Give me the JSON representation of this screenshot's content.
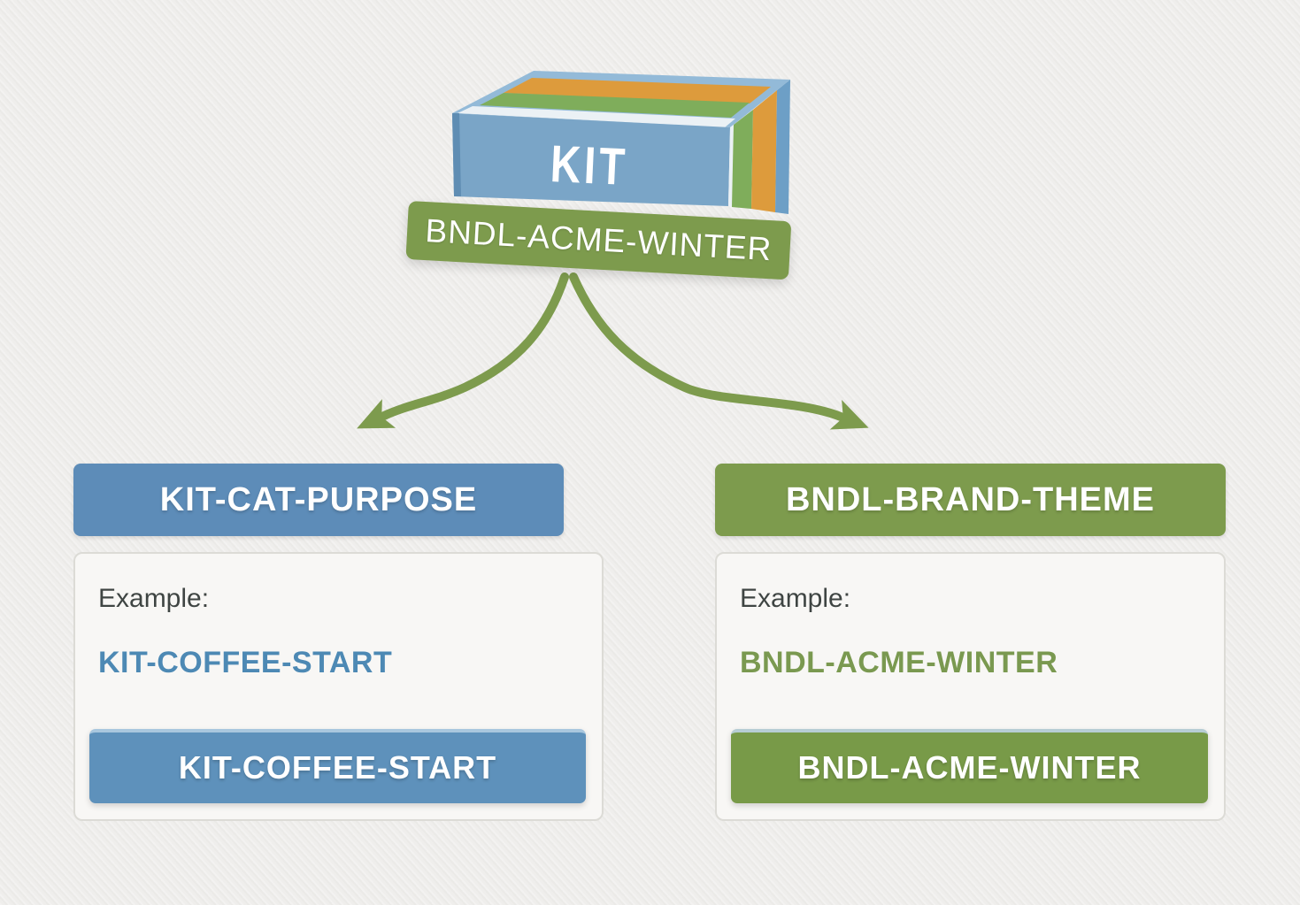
{
  "canvas": {
    "background_color": "#efeeec"
  },
  "box": {
    "label": "KIT",
    "banner_label": "BNDL-ACME-WINTER",
    "colors": {
      "face_blue": "#7aa5c7",
      "rim_blue": "#93bad8",
      "edge_blue": "#6d9fc6",
      "stripe_orange": "#dd9b3c",
      "stripe_green": "#7fad5b",
      "rim_white": "#ebf1f5",
      "banner_green": "#7d9b4d"
    }
  },
  "arrows": {
    "color": "#7d9b4d",
    "direction": "fan-out-left-and-right"
  },
  "left": {
    "header": "KIT-CAT-PURPOSE",
    "header_color": "#5d8cb8",
    "example_label": "Example:",
    "example_value": "KIT-COFFEE-START",
    "example_value_color": "#4d89b4",
    "chip_label": "KIT-COFFEE-START",
    "chip_color": "#5e91bb"
  },
  "right": {
    "header": "BNDL-BRAND-THEME",
    "header_color": "#7d9b4d",
    "example_label": "Example:",
    "example_value": "BNDL-ACME-WINTER",
    "example_value_color": "#7a9950",
    "chip_label": "BNDL-ACME-WINTER",
    "chip_color": "#789a48"
  }
}
